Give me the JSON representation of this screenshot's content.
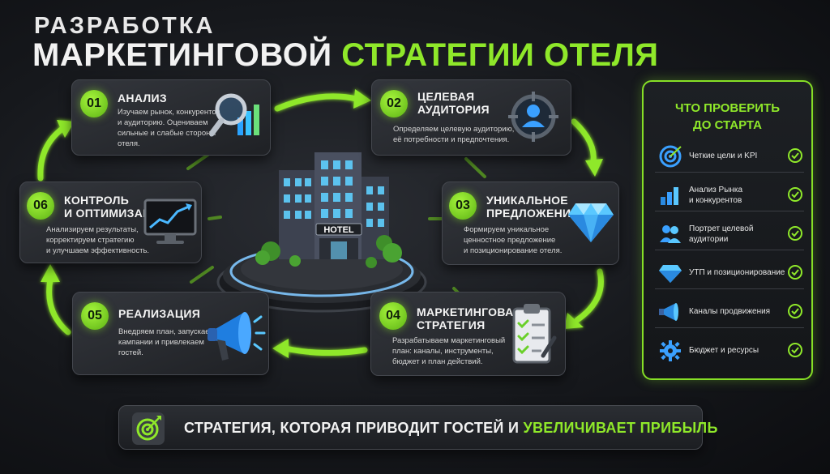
{
  "header": {
    "title_line1": "РАЗРАБОТКА",
    "title_line2_white": "МАРКЕТИНГОВОЙ",
    "title_line2_green": "СТРАТЕГИИ ОТЕЛЯ"
  },
  "hotel": {
    "sign": "HOTEL"
  },
  "steps": [
    {
      "num": "01",
      "title": "АНАЛИЗ",
      "desc": "Изучаем рынок, конкурентов\nи аудиторию. Оцениваем\nсильные и слабые стороны\nотеля.",
      "icon": "magnifier-chart-icon"
    },
    {
      "num": "02",
      "title": "ЦЕЛЕВАЯ\nАУДИТОРИЯ",
      "desc": "Определяем целевую аудиторию,\nеё потребности и предпочтения.",
      "icon": "target-audience-icon"
    },
    {
      "num": "03",
      "title": "УНИКАЛЬНОЕ\nПРЕДЛОЖЕНИЕ",
      "desc": "Формируем уникальное\nценностное предложение\nи позиционирование отеля.",
      "icon": "diamond-icon"
    },
    {
      "num": "04",
      "title": "МАРКЕТИНГОВАЯ\nСТРАТЕГИЯ",
      "desc": "Разрабатываем маркетинговый\nплан: каналы, инструменты,\nбюджет и план действий.",
      "icon": "clipboard-checklist-icon"
    },
    {
      "num": "05",
      "title": "РЕАЛИЗАЦИЯ",
      "desc": "Внедряем план, запускаем\nкампании и привлекаем\nгостей.",
      "icon": "megaphone-icon"
    },
    {
      "num": "06",
      "title": "КОНТРОЛЬ\nИ ОПТИМИЗАЦИЯ",
      "desc": "Анализируем результаты,\nкорректируем стратегию\nи улучшаем эффективность.",
      "icon": "monitor-chart-icon"
    }
  ],
  "checklist": {
    "title": "ЧТО ПРОВЕРИТЬ\nДО СТАРТА",
    "items": [
      {
        "label": "Четкие цели и KPI",
        "icon": "target-icon"
      },
      {
        "label": "Анализ Рынка\nи конкурентов",
        "icon": "bar-chart-icon"
      },
      {
        "label": "Портрет целевой\nаудитории",
        "icon": "people-icon"
      },
      {
        "label": "УТП и позиционирование",
        "icon": "diamond-icon"
      },
      {
        "label": "Каналы продвижения",
        "icon": "megaphone-icon"
      },
      {
        "label": "Бюджет и ресурсы",
        "icon": "gear-icon"
      }
    ]
  },
  "footer": {
    "text_white": "СТРАТЕГИЯ, КОТОРАЯ ПРИВОДИТ ГОСТЕЙ И",
    "text_green": "УВЕЛИЧИВАЕТ ПРИБЫЛЬ"
  },
  "colors": {
    "accent": "#8fe82a",
    "card": "#2a2d32",
    "background": "#16181c"
  }
}
